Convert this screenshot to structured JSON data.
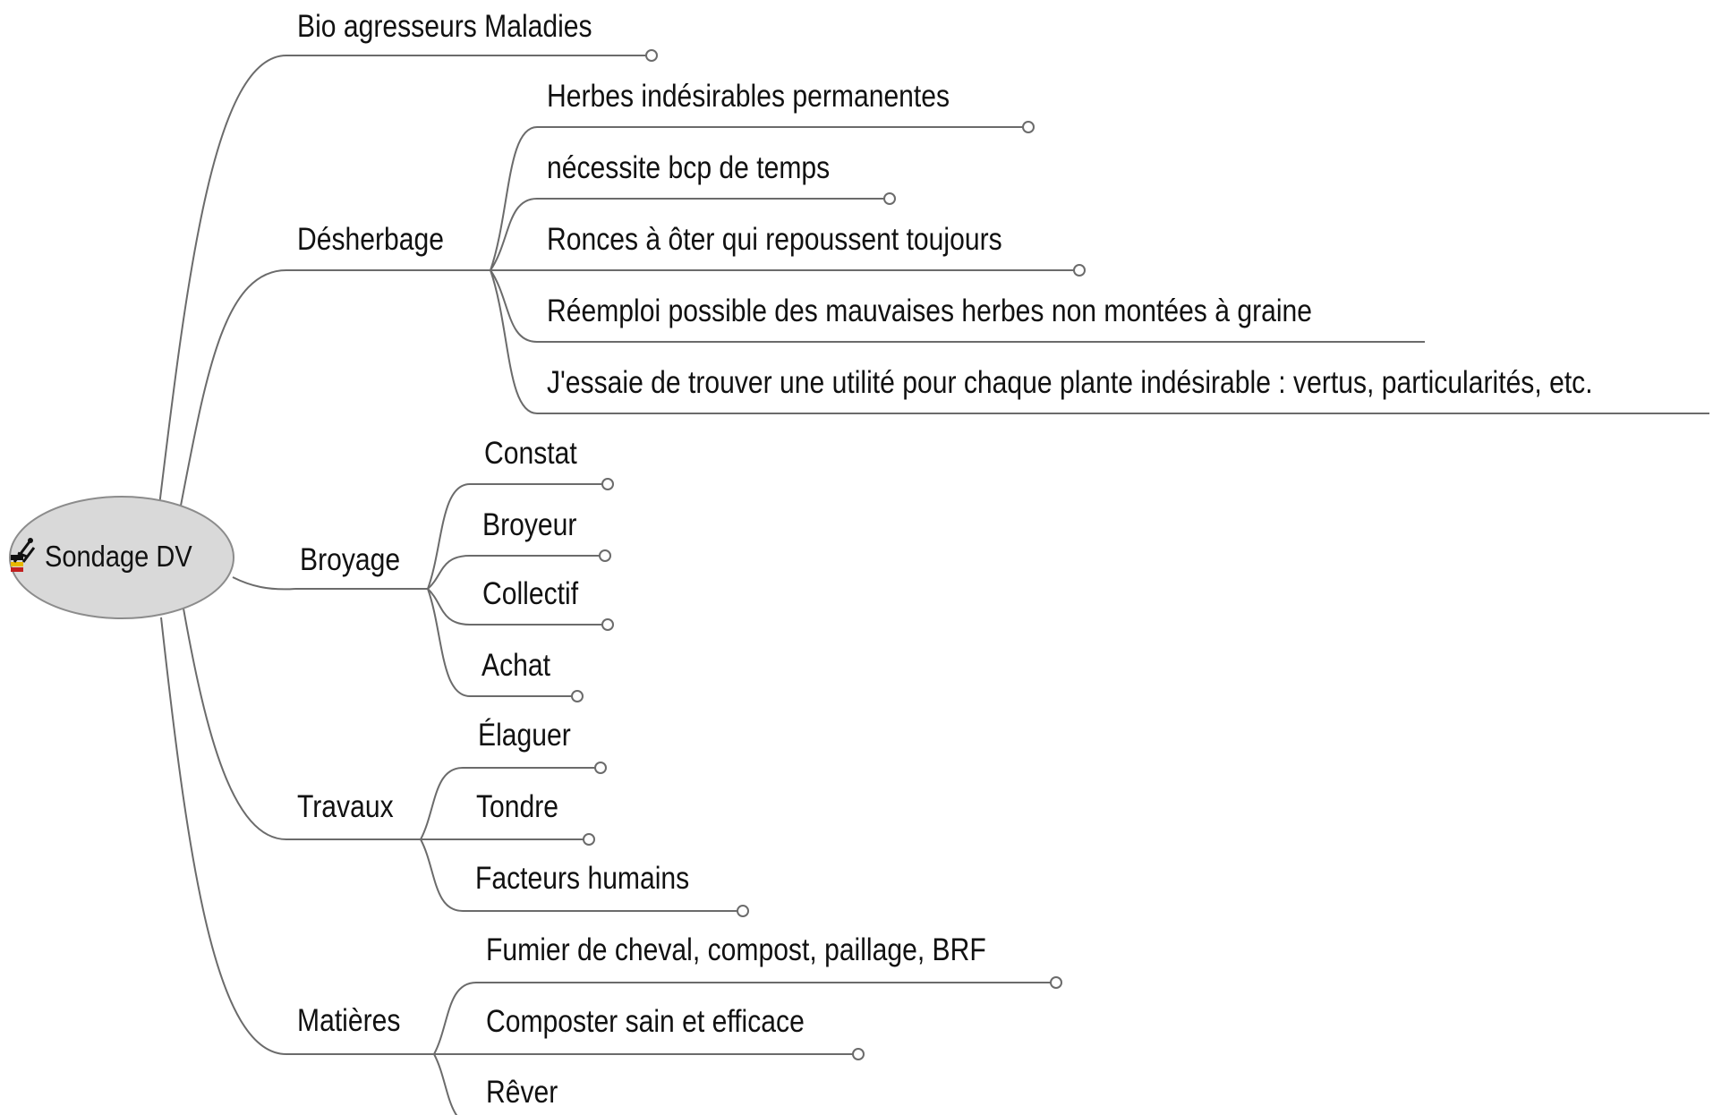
{
  "mindmap": {
    "root": {
      "label": "Sondage DV",
      "icon": "root-topic-icon",
      "fill": "#d9d9d9"
    },
    "line_color": "#6b6b6b",
    "branches": [
      {
        "label": "Bio agresseurs Maladies",
        "children": []
      },
      {
        "label": "Désherbage",
        "children": [
          "Herbes indésirables permanentes",
          "nécessite bcp de temps",
          "Ronces à ôter qui repoussent toujours",
          "Réemploi possible des mauvaises herbes non montées à graine",
          "J'essaie de trouver une utilité pour chaque plante indésirable : vertus, particularités, etc."
        ]
      },
      {
        "label": "Broyage",
        "children": [
          "Constat",
          "Broyeur",
          "Collectif",
          "Achat"
        ]
      },
      {
        "label": "Travaux",
        "children": [
          "Élaguer",
          "Tondre",
          "Facteurs humains"
        ]
      },
      {
        "label": "Matières",
        "children": [
          "Fumier de cheval, compost, paillage, BRF",
          "Composter sain et efficace",
          "Rêver"
        ]
      }
    ]
  }
}
